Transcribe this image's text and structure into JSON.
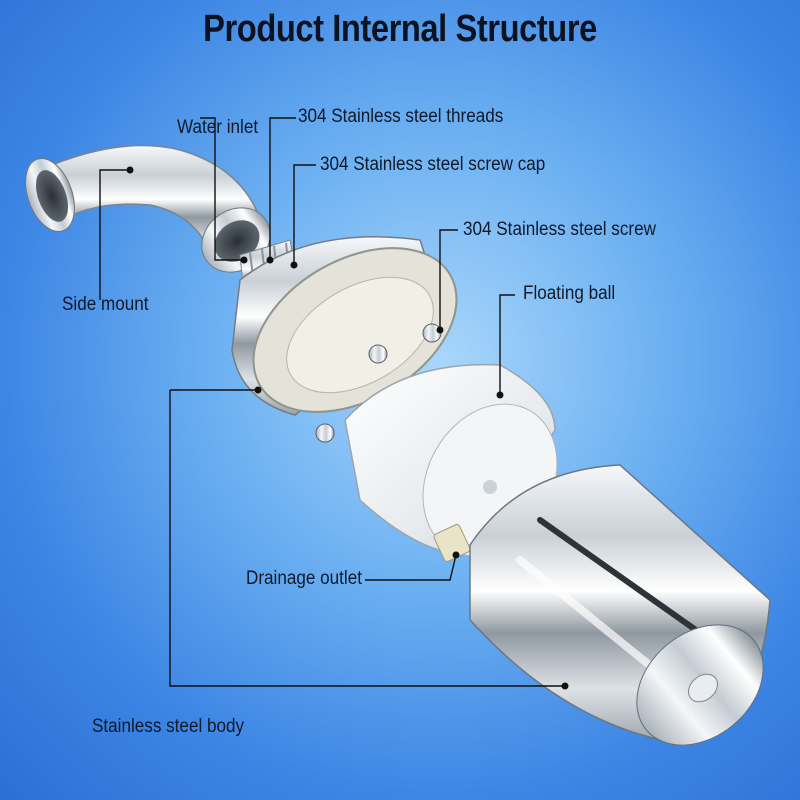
{
  "title": "Product Internal Structure",
  "labels": {
    "water_inlet": "Water inlet",
    "threads": "304 Stainless steel threads",
    "screw_cap": "304 Stainless steel screw cap",
    "screw": "304 Stainless steel screw",
    "floating_ball": "Floating ball",
    "side_mount": "Side mount",
    "drainage_outlet": "Drainage outlet",
    "body": "Stainless steel body"
  },
  "colors": {
    "background": "#4a8fe6",
    "leader_line": "#111111",
    "steel": "#cfd6dd"
  }
}
